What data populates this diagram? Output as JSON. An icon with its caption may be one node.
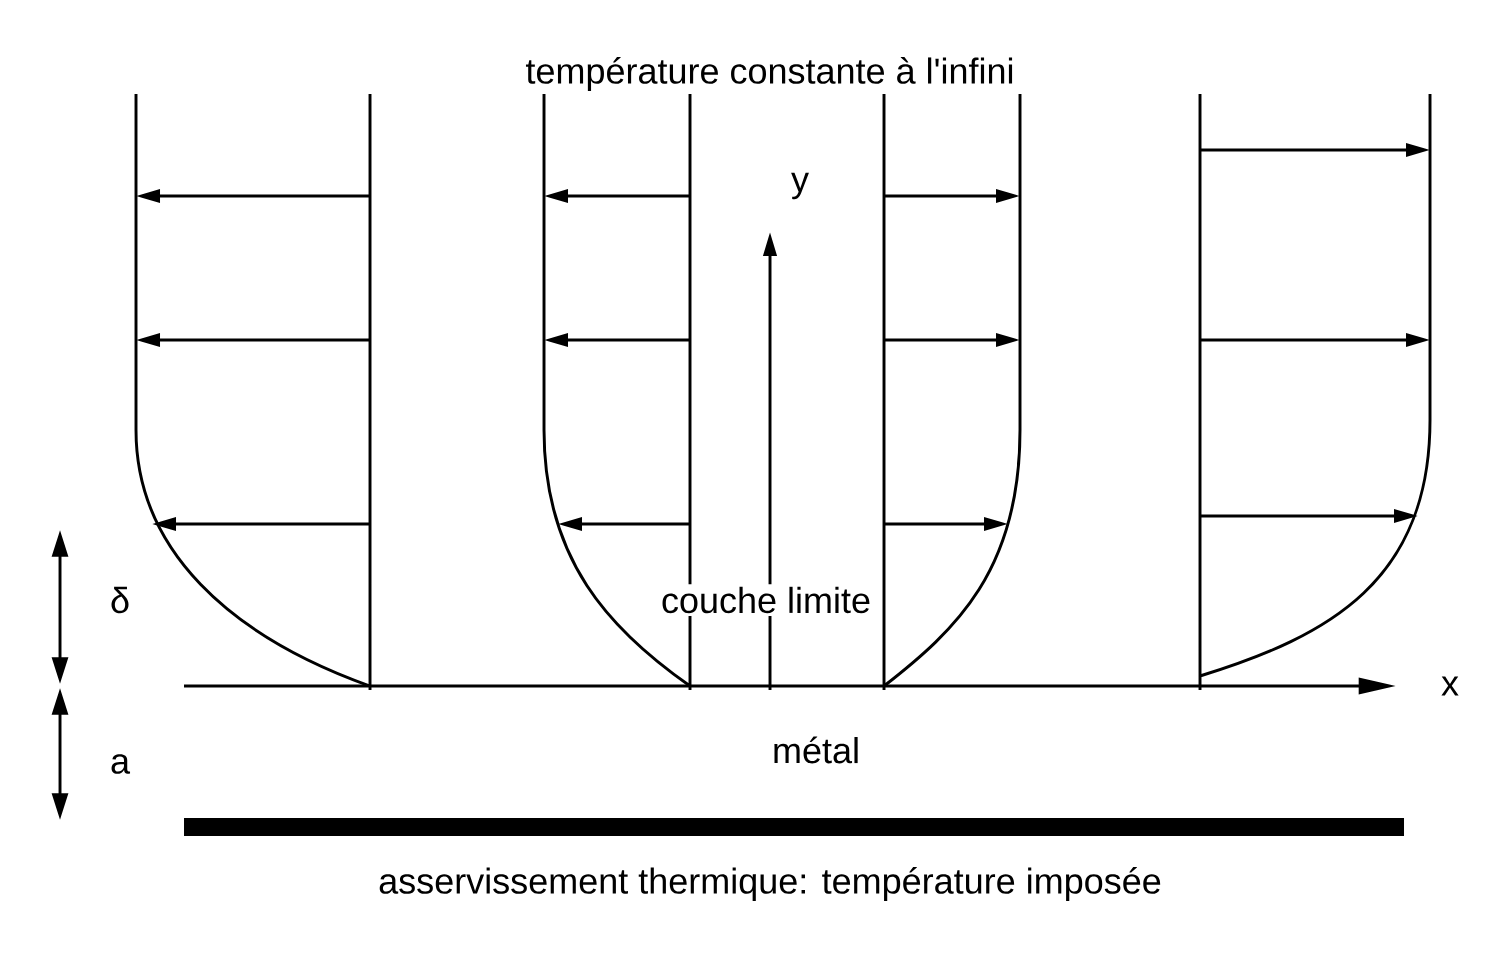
{
  "diagram": {
    "title": "température constante à l'infini",
    "labels": [
      "y",
      "δ",
      "couche limite",
      "x",
      "a",
      "métal",
      "asservissement thermique: température imposée"
    ]
  }
}
